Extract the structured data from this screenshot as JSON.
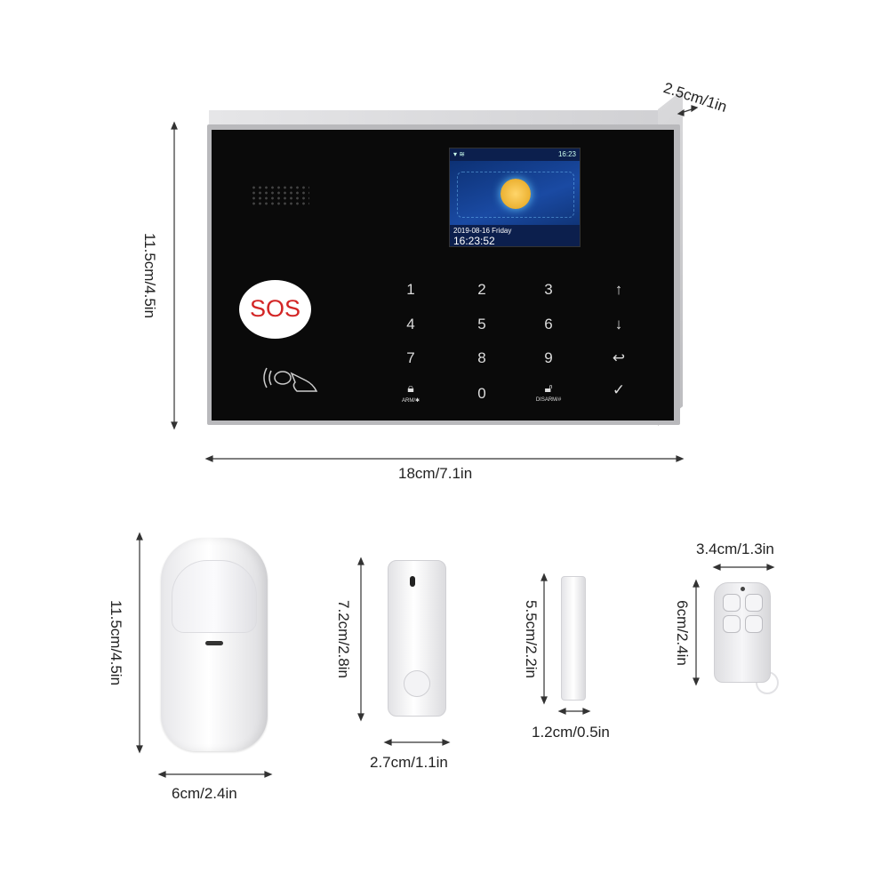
{
  "dimensions": {
    "panel_depth": "2.5cm/1in",
    "panel_height": "11.5cm/4.5in",
    "panel_width": "18cm/7.1in",
    "pir_height": "11.5cm/4.5in",
    "pir_width": "6cm/2.4in",
    "door_height": "7.2cm/2.8in",
    "door_width": "2.7cm/1.1in",
    "magnet_height": "5.5cm/2.2in",
    "magnet_width": "1.2cm/0.5in",
    "remote_width": "3.4cm/1.3in",
    "remote_height": "6cm/2.4in"
  },
  "screen": {
    "clock": "16:23",
    "date": "2019-08-16 Friday",
    "time": "16:23:52"
  },
  "panel": {
    "sos_label": "SOS",
    "keys": [
      "1",
      "2",
      "3",
      "↑",
      "4",
      "5",
      "6",
      "↓",
      "7",
      "8",
      "9",
      "↩",
      "0",
      "✓"
    ],
    "arm_label": "ARM/✱",
    "disarm_label": "DISARM/#"
  },
  "colors": {
    "sos_text": "#d32626",
    "panel_face": "#0a0a0a",
    "screen_bg": "#1a4aa3"
  }
}
